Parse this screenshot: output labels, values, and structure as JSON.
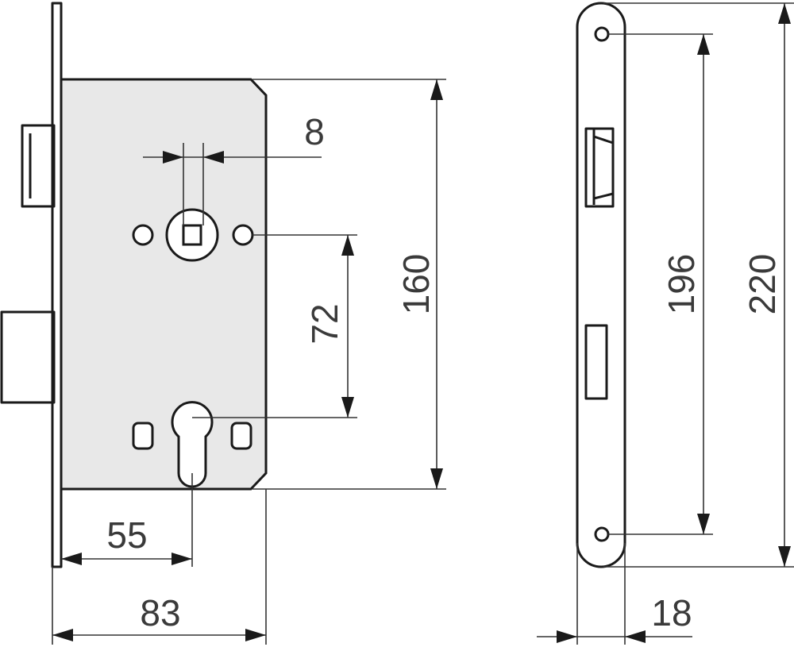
{
  "dimensions": {
    "spindle_width": "8",
    "distance": "72",
    "body_height": "160",
    "backset": "55",
    "case_depth": "83",
    "screw_spacing": "196",
    "faceplate_height": "220",
    "faceplate_width": "18"
  }
}
